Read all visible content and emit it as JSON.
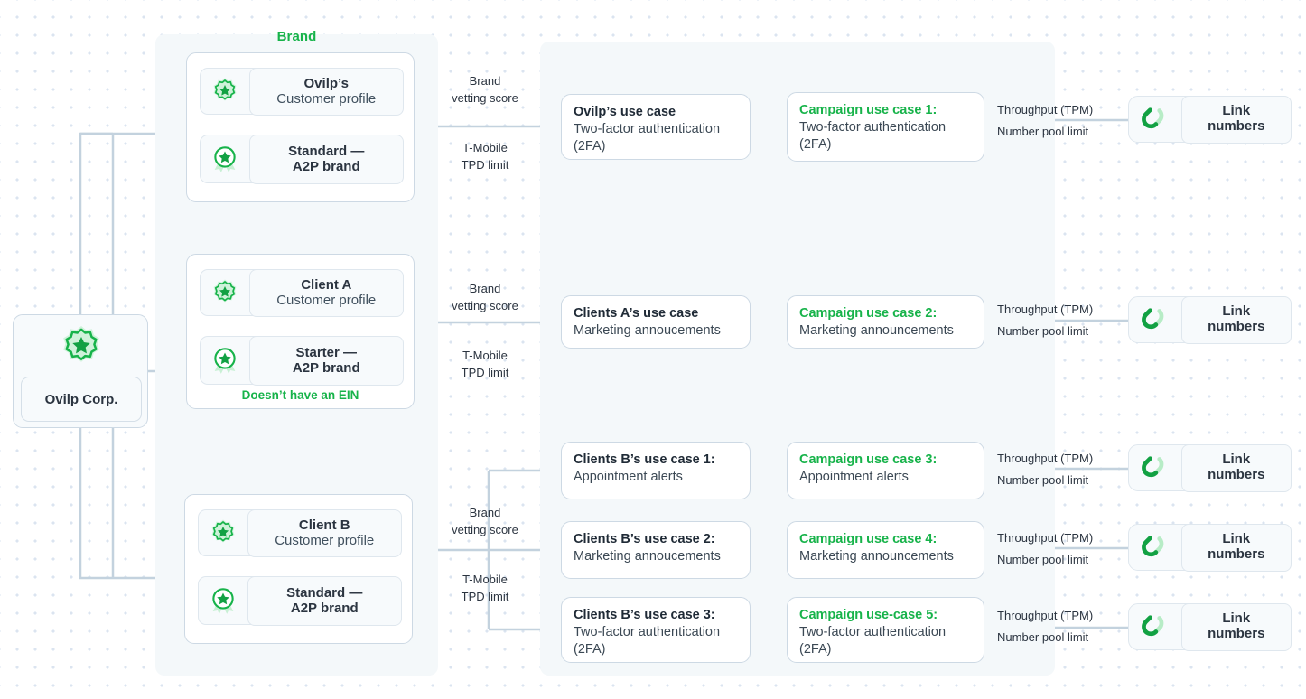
{
  "root": {
    "label": "Ovilp Corp.",
    "icon": "rosette-star-icon"
  },
  "panels": {
    "brand_title": "Brand"
  },
  "brands": [
    {
      "profile_title": "Ovilp’s",
      "profile_sub": "Customer profile",
      "tier_line1": "Standard —",
      "tier_line2": "A2P brand",
      "note": "",
      "edge_top": "Brand\nvetting score",
      "edge_bottom": "T-Mobile\nTPD limit"
    },
    {
      "profile_title": "Client A",
      "profile_sub": "Customer profile",
      "tier_line1": "Starter —",
      "tier_line2": "A2P brand",
      "note": "Doesn’t have an EIN",
      "edge_top": "Brand\nvetting score",
      "edge_bottom": "T-Mobile\nTPD limit"
    },
    {
      "profile_title": "Client B",
      "profile_sub": "Customer profile",
      "tier_line1": "Standard —",
      "tier_line2": "A2P brand",
      "note": "",
      "edge_top": "Brand\nvetting score",
      "edge_bottom": "T-Mobile\nTPD limit"
    }
  ],
  "rows": [
    {
      "use_case_title": "Ovilp’s use case",
      "use_case_body": "Two-factor authentication (2FA)",
      "campaign_title": "Campaign use case 1:",
      "campaign_body": "Two-factor authentication (2FA)",
      "edge_top": "Throughput (TPM)",
      "edge_bottom": "Number pool limit",
      "link_line1": "Link",
      "link_line2": "numbers"
    },
    {
      "use_case_title": "Clients A’s use case",
      "use_case_body": "Marketing annoucements",
      "campaign_title": "Campaign use case 2:",
      "campaign_body": "Marketing announcements",
      "edge_top": "Throughput (TPM)",
      "edge_bottom": "Number pool limit",
      "link_line1": "Link",
      "link_line2": "numbers"
    },
    {
      "use_case_title": "Clients B’s use case 1:",
      "use_case_body": "Appointment alerts",
      "campaign_title": "Campaign use case 3:",
      "campaign_body": "Appointment alerts",
      "edge_top": "Throughput (TPM)",
      "edge_bottom": "Number pool limit",
      "link_line1": "Link",
      "link_line2": "numbers"
    },
    {
      "use_case_title": "Clients B’s use case 2:",
      "use_case_body": "Marketing annoucements",
      "campaign_title": "Campaign use case 4:",
      "campaign_body": "Marketing announcements",
      "edge_top": "Throughput (TPM)",
      "edge_bottom": "Number pool limit",
      "link_line1": "Link",
      "link_line2": "numbers"
    },
    {
      "use_case_title": "Clients B’s use case 3:",
      "use_case_body": "Two-factor authentication (2FA)",
      "campaign_title": "Campaign use-case 5:",
      "campaign_body": "Two-factor authentication (2FA)",
      "edge_top": "Throughput (TPM)",
      "edge_bottom": "Number pool limit",
      "link_line1": "Link",
      "link_line2": "numbers"
    }
  ],
  "colors": {
    "green": "#17b34a",
    "green_dark": "#12a143",
    "green_light": "#b7ecc6",
    "panel": "#f4f8fa",
    "card_border": "#cdd9e4",
    "wire": "#c3d2de",
    "arrow": "#1b1f6b",
    "text": "#2b3440",
    "dot": "#dbe4f0"
  }
}
